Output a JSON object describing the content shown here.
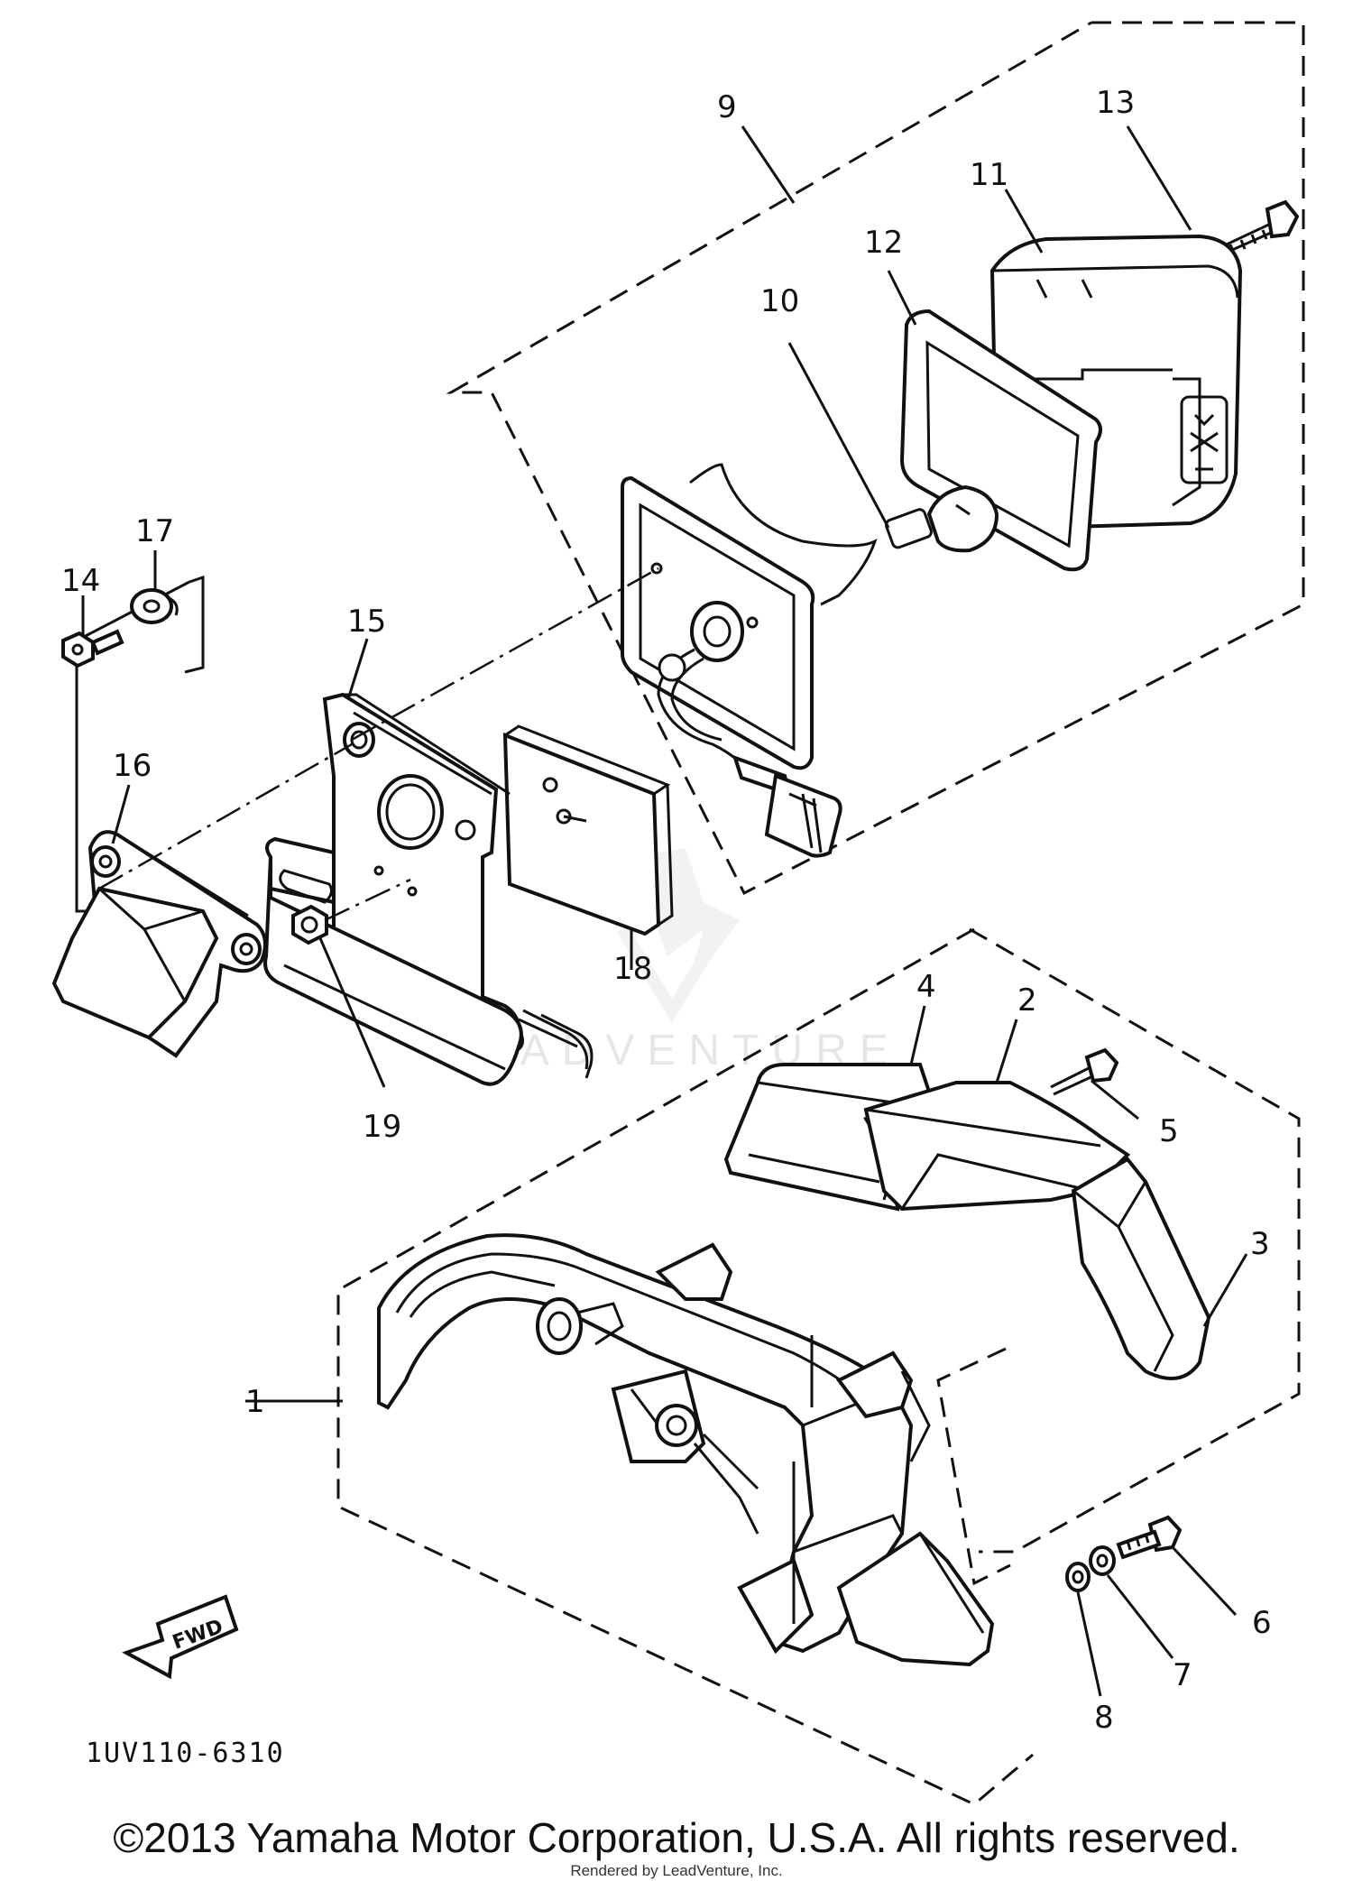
{
  "callouts": [
    "1",
    "2",
    "3",
    "4",
    "5",
    "6",
    "7",
    "8",
    "9",
    "10",
    "11",
    "12",
    "13",
    "14",
    "15",
    "16",
    "17",
    "18",
    "19"
  ],
  "diagram_code": "1UV110-6310",
  "fwd_label": "FWD",
  "watermark": "LEADVENTURE",
  "copyright": "©2013 Yamaha Motor Corporation, U.S.A. All rights reserved.",
  "render_credit": "Rendered by LeadVenture, Inc."
}
